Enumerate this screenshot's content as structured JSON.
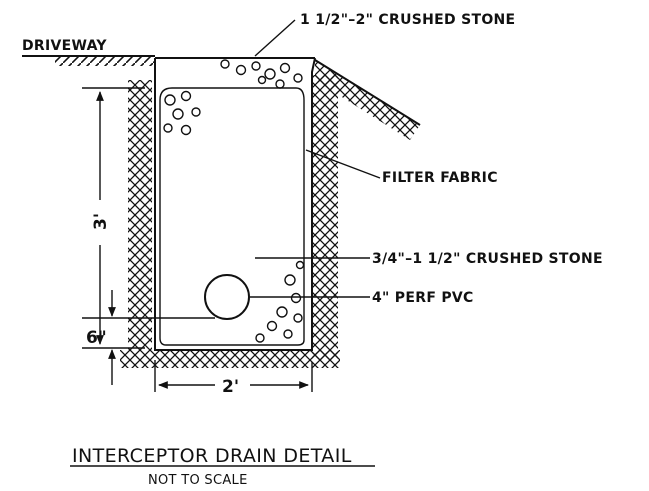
{
  "labels": {
    "driveway": "DRIVEWAY",
    "top_stone": "1 1/2\"–2\" CRUSHED STONE",
    "filter_fabric": "FILTER FABRIC",
    "fill_stone": "3/4\"–1 1/2\" CRUSHED STONE",
    "pipe": "4\" PERF PVC"
  },
  "dimensions": {
    "depth": "3'",
    "pipe_offset": "6\"",
    "width": "2'"
  },
  "title": {
    "main": "INTERCEPTOR DRAIN DETAIL",
    "scale_note": "NOT TO SCALE"
  }
}
